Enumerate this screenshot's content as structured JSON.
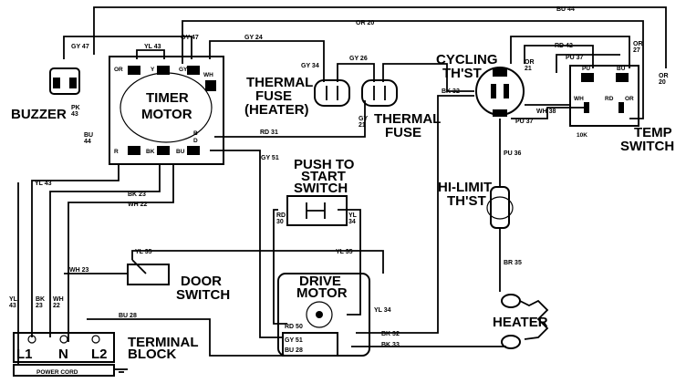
{
  "labels": {
    "buzzer": "BUZZER",
    "timer_motor_1": "TIMER",
    "timer_motor_2": "MOTOR",
    "thermal_fuse_heater_1": "THERMAL",
    "thermal_fuse_heater_2": "FUSE",
    "thermal_fuse_heater_3": "(HEATER)",
    "thermal_fuse_1": "THERMAL",
    "thermal_fuse_2": "FUSE",
    "cycling_thst_1": "CYCLING",
    "cycling_thst_2": "TH'ST",
    "temp_switch_1": "TEMP",
    "temp_switch_2": "SWITCH",
    "push_to_start_1": "PUSH TO",
    "push_to_start_2": "START",
    "push_to_start_3": "SWITCH",
    "hi_limit_1": "HI-LIMIT",
    "hi_limit_2": "TH'ST",
    "door_switch_1": "DOOR",
    "door_switch_2": "SWITCH",
    "drive_motor_1": "DRIVE",
    "drive_motor_2": "MOTOR",
    "heater": "HEATER",
    "terminal_block_1": "TERMINAL",
    "terminal_block_2": "BLOCK",
    "power_cord": "POWER CORD",
    "l1": "L1",
    "n": "N",
    "l2": "L2"
  },
  "wires": {
    "bu44": "BU 44",
    "or20_top": "OR 20",
    "gy47_left": "GY 47",
    "gy47": "GY 47",
    "yl43_top": "YL 43",
    "gy24_top": "GY 24",
    "gy34": "GY 34",
    "gy26": "GY 26",
    "rd42": "RD 42",
    "or21_a": "OR",
    "or21_b": "21",
    "or27_a": "OR",
    "or27_b": "27",
    "or20_r_a": "OR",
    "or20_r_b": "20",
    "pu37": "PU 37",
    "bk32_top": "BK 32",
    "wh38": "WH 38",
    "pu37_b": "PU 37",
    "rd31": "RD 31",
    "gy21_a": "GY",
    "gy21_b": "21",
    "pk43_a": "PK",
    "pk43_b": "43",
    "bu44_l_a": "BU",
    "bu44_l_b": "44",
    "yl43_mid": "YL 43",
    "bk23_mid": "BK 23",
    "wh22_mid": "WH 22",
    "gy51": "GY 51",
    "pu36": "PU 36",
    "rd30_a": "RD",
    "rd30_b": "30",
    "yl34_a": "YL",
    "yl34_b": "34",
    "br35": "BR 35",
    "yl35_a": "YL 35",
    "yl35_b": "YL 35",
    "wh23": "WH 23",
    "yl34_c": "YL 34",
    "yl43_v_a": "YL",
    "yl43_v_b": "43",
    "bk23_v_a": "BK",
    "bk23_v_b": "23",
    "wh22_v_a": "WH",
    "wh22_v_b": "22",
    "bu28": "BU 28",
    "rd50": "RD 50",
    "gy51_b": "GY 51",
    "bu28_b": "BU 28",
    "bk32_b": "BK 32",
    "bk33": "BK 33"
  },
  "terminals": {
    "or": "OR",
    "y": "Y",
    "gy": "GY",
    "wh": "WH",
    "r": "R",
    "bk": "BK",
    "bu": "BU",
    "b": "B",
    "d": "D",
    "pu": "PU",
    "bu_t": "BU",
    "wh_t": "WH",
    "rd": "RD",
    "or_t": "OR",
    "k10": "10K"
  }
}
